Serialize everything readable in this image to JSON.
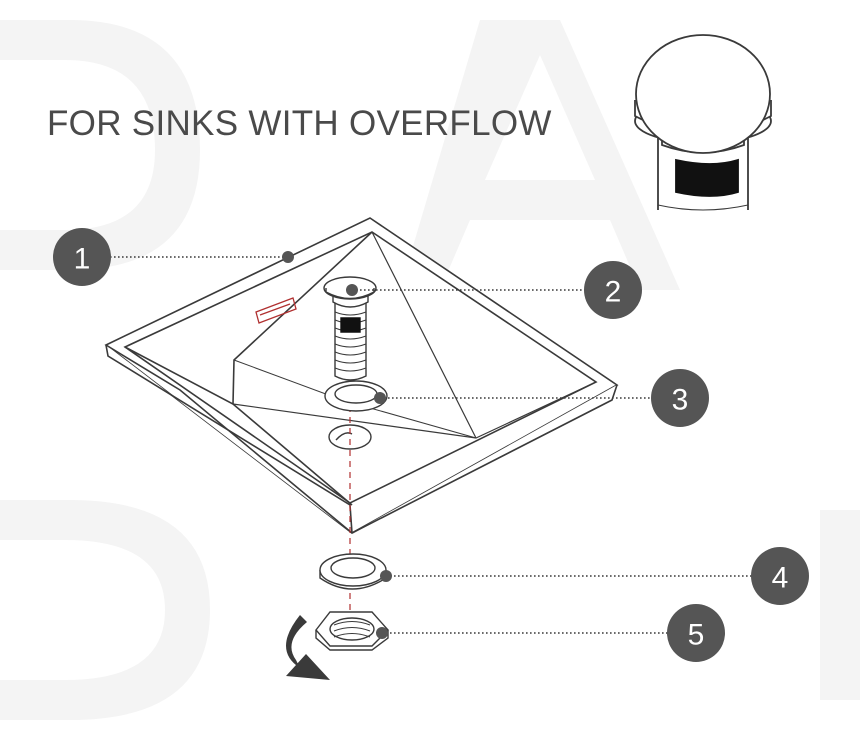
{
  "title": "FOR SINKS WITH OVERFLOW",
  "callouts": [
    {
      "id": "sink",
      "number": "1"
    },
    {
      "id": "pop-up-waste",
      "number": "2"
    },
    {
      "id": "top-washer",
      "number": "3"
    },
    {
      "id": "bottom-washer",
      "number": "4"
    },
    {
      "id": "lock-nut",
      "number": "5"
    }
  ],
  "colors": {
    "line": "#3a3a3a",
    "badge": "#555555",
    "accent": "#b03030",
    "watermark": "#f4f4f4"
  },
  "icons": [
    "pop-up-plug-icon",
    "tighten-arrow-icon"
  ]
}
